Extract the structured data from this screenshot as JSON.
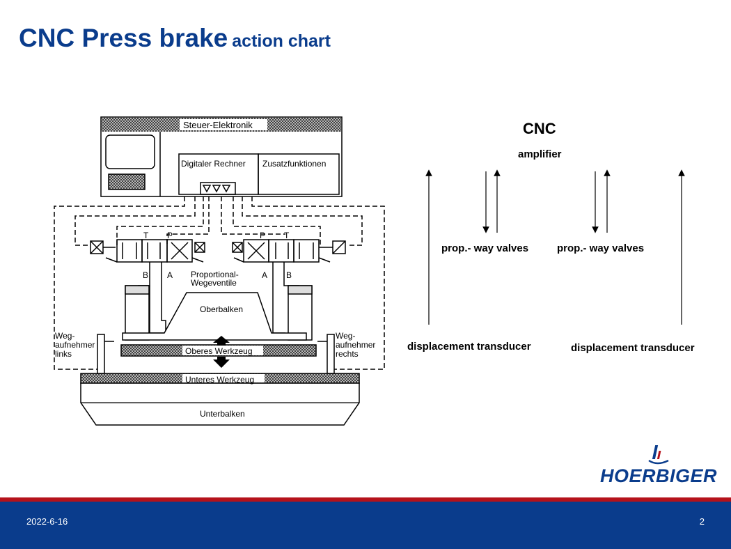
{
  "title": {
    "main": "CNC Press brake",
    "sub": "action chart"
  },
  "diagram_labels": {
    "steuer": "Steuer-Elektronik",
    "rechner": "Digitaler Rechner",
    "zusatz": "Zusatzfunktionen",
    "t_left": "T",
    "p_left": "P",
    "p_right": "P",
    "t_right": "T",
    "b_left": "B",
    "a_left": "A",
    "a_right": "A",
    "b_right": "B",
    "prop_line1": "Proportional-",
    "prop_line2": "Wegeventile",
    "oberbalken": "Oberbalken",
    "weg_links_1": "Weg-",
    "weg_links_2": "aufnehmer",
    "weg_links_3": "links",
    "weg_rechts_1": "Weg-",
    "weg_rechts_2": "aufnehmer",
    "weg_rechts_3": "rechts",
    "oberes": "Oberes Werkzeug",
    "unteres": "Unteres Werkzeug",
    "unterbalken": "Unterbalken"
  },
  "right_labels": {
    "cnc": "CNC",
    "amplifier": "amplifier",
    "valves_left": "prop.- way valves",
    "valves_right": "prop.- way valves",
    "transducer_left": "displacement transducer",
    "transducer_right": "displacement transducer"
  },
  "logo": {
    "text": "HOERBIGER"
  },
  "footer": {
    "date": "2022-6-16",
    "page": "2"
  },
  "colors": {
    "brand_blue": "#0a3c8c",
    "accent_red": "#b5121b"
  }
}
